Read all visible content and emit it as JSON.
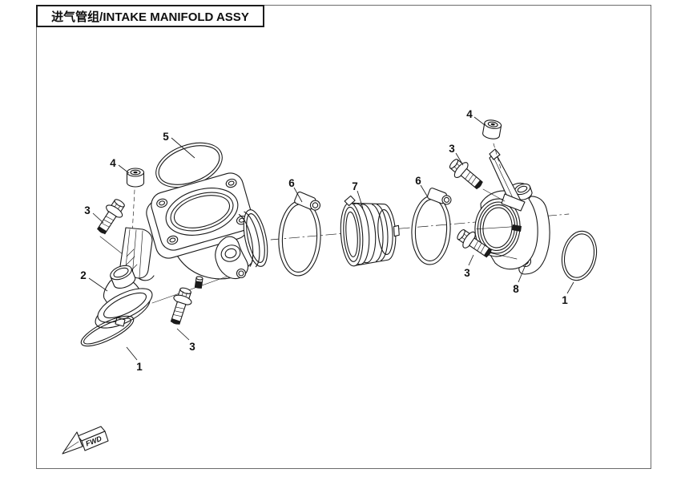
{
  "title": "进气管组/INTAKE MANIFOLD ASSY",
  "direction_marker": "FWD",
  "callouts": [
    {
      "label": "5"
    },
    {
      "label": "4"
    },
    {
      "label": "3"
    },
    {
      "label": "2"
    },
    {
      "label": "1"
    },
    {
      "label": "3"
    },
    {
      "label": "6"
    },
    {
      "label": "7"
    },
    {
      "label": "6"
    },
    {
      "label": "4"
    },
    {
      "label": "3"
    },
    {
      "label": "3"
    },
    {
      "label": "8"
    },
    {
      "label": "1"
    }
  ],
  "colors": {
    "line_art": "#1a1a1a",
    "border": "#6b6b6b",
    "background": "#ffffff",
    "text": "#111111"
  }
}
